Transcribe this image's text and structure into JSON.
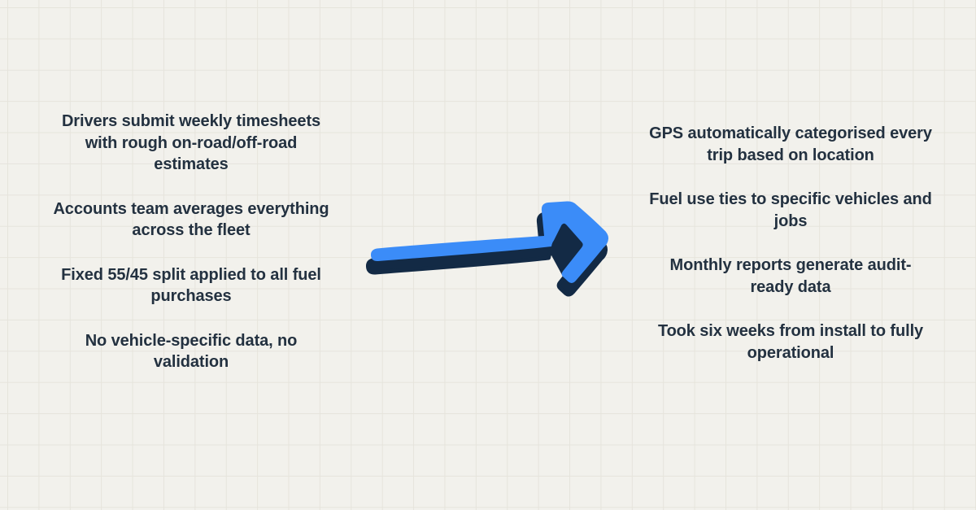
{
  "palette": {
    "bg": "#F2F1EC",
    "grid": "#E6E4DC",
    "text": "#233140"
  },
  "arrow": {
    "name": "before-to-after-arrow",
    "blue_color": "#3B8CF8",
    "navy_color": "#132A45"
  },
  "before_column": {
    "items": [
      "Drivers submit weekly timesheets\nwith rough on-road/off-road\nestimates",
      "Accounts team averages everything\nacross the fleet",
      "Fixed 55/45 split applied to all fuel\npurchases",
      "No vehicle-specific data, no\nvalidation"
    ]
  },
  "after_column": {
    "items": [
      "GPS automatically categorised every\ntrip based on location",
      "Fuel use ties to specific vehicles and\njobs",
      "Monthly reports generate audit-\nready data",
      "Took six weeks from install to fully\noperational"
    ]
  }
}
